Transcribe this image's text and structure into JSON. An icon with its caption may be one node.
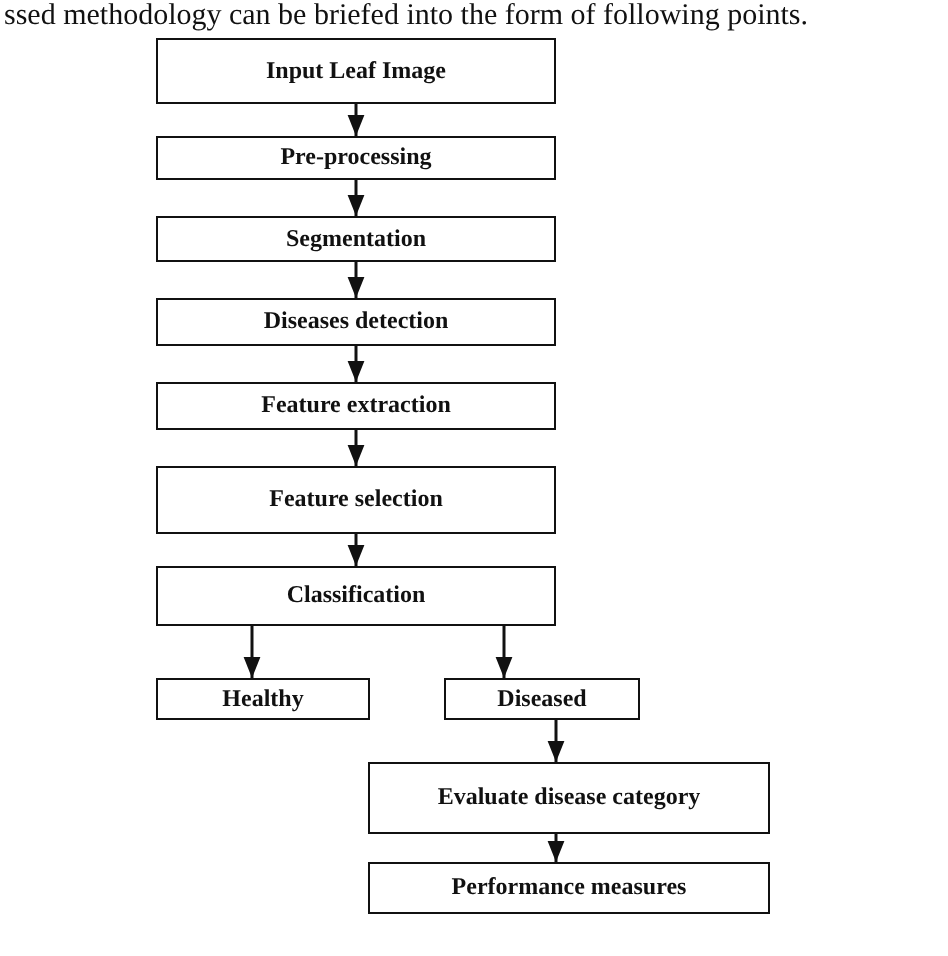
{
  "diagram": {
    "nodes": [
      {
        "text": [
          "Input Leaf Image"
        ]
      },
      {
        "text": [
          "Pre-processing"
        ]
      },
      {
        "text": [
          "Segmentation"
        ]
      },
      {
        "text": [
          "Diseases detection"
        ]
      },
      {
        "text": [
          "Feature extraction"
        ]
      },
      {
        "text": [
          "Feature selection"
        ]
      },
      {
        "text": [
          "Classification"
        ]
      },
      {
        "text": [
          "Healthy"
        ]
      },
      {
        "text": [
          "Diseased"
        ]
      },
      {
        "text": [
          "Evaluate disease category"
        ]
      },
      {
        "text": [
          "Performance measures"
        ]
      }
    ],
    "edges": [
      {
        "from": 0,
        "to": 1,
        "arrow": "to"
      },
      {
        "from": 1,
        "to": 2,
        "arrow": "to"
      },
      {
        "from": 2,
        "to": 3,
        "arrow": "to"
      },
      {
        "from": 3,
        "to": 4,
        "arrow": "to"
      },
      {
        "from": 4,
        "to": 5,
        "arrow": "to"
      },
      {
        "from": 5,
        "to": 6,
        "arrow": "to"
      },
      {
        "from": 6,
        "to": 7,
        "arrow": "to"
      },
      {
        "from": 6,
        "to": 8,
        "arrow": "to"
      },
      {
        "from": 8,
        "to": 9,
        "arrow": "to"
      },
      {
        "from": 9,
        "to": 10,
        "arrow": "to"
      }
    ],
    "labels": [
      "ssed methodology can be briefed into the form of following points."
    ]
  }
}
